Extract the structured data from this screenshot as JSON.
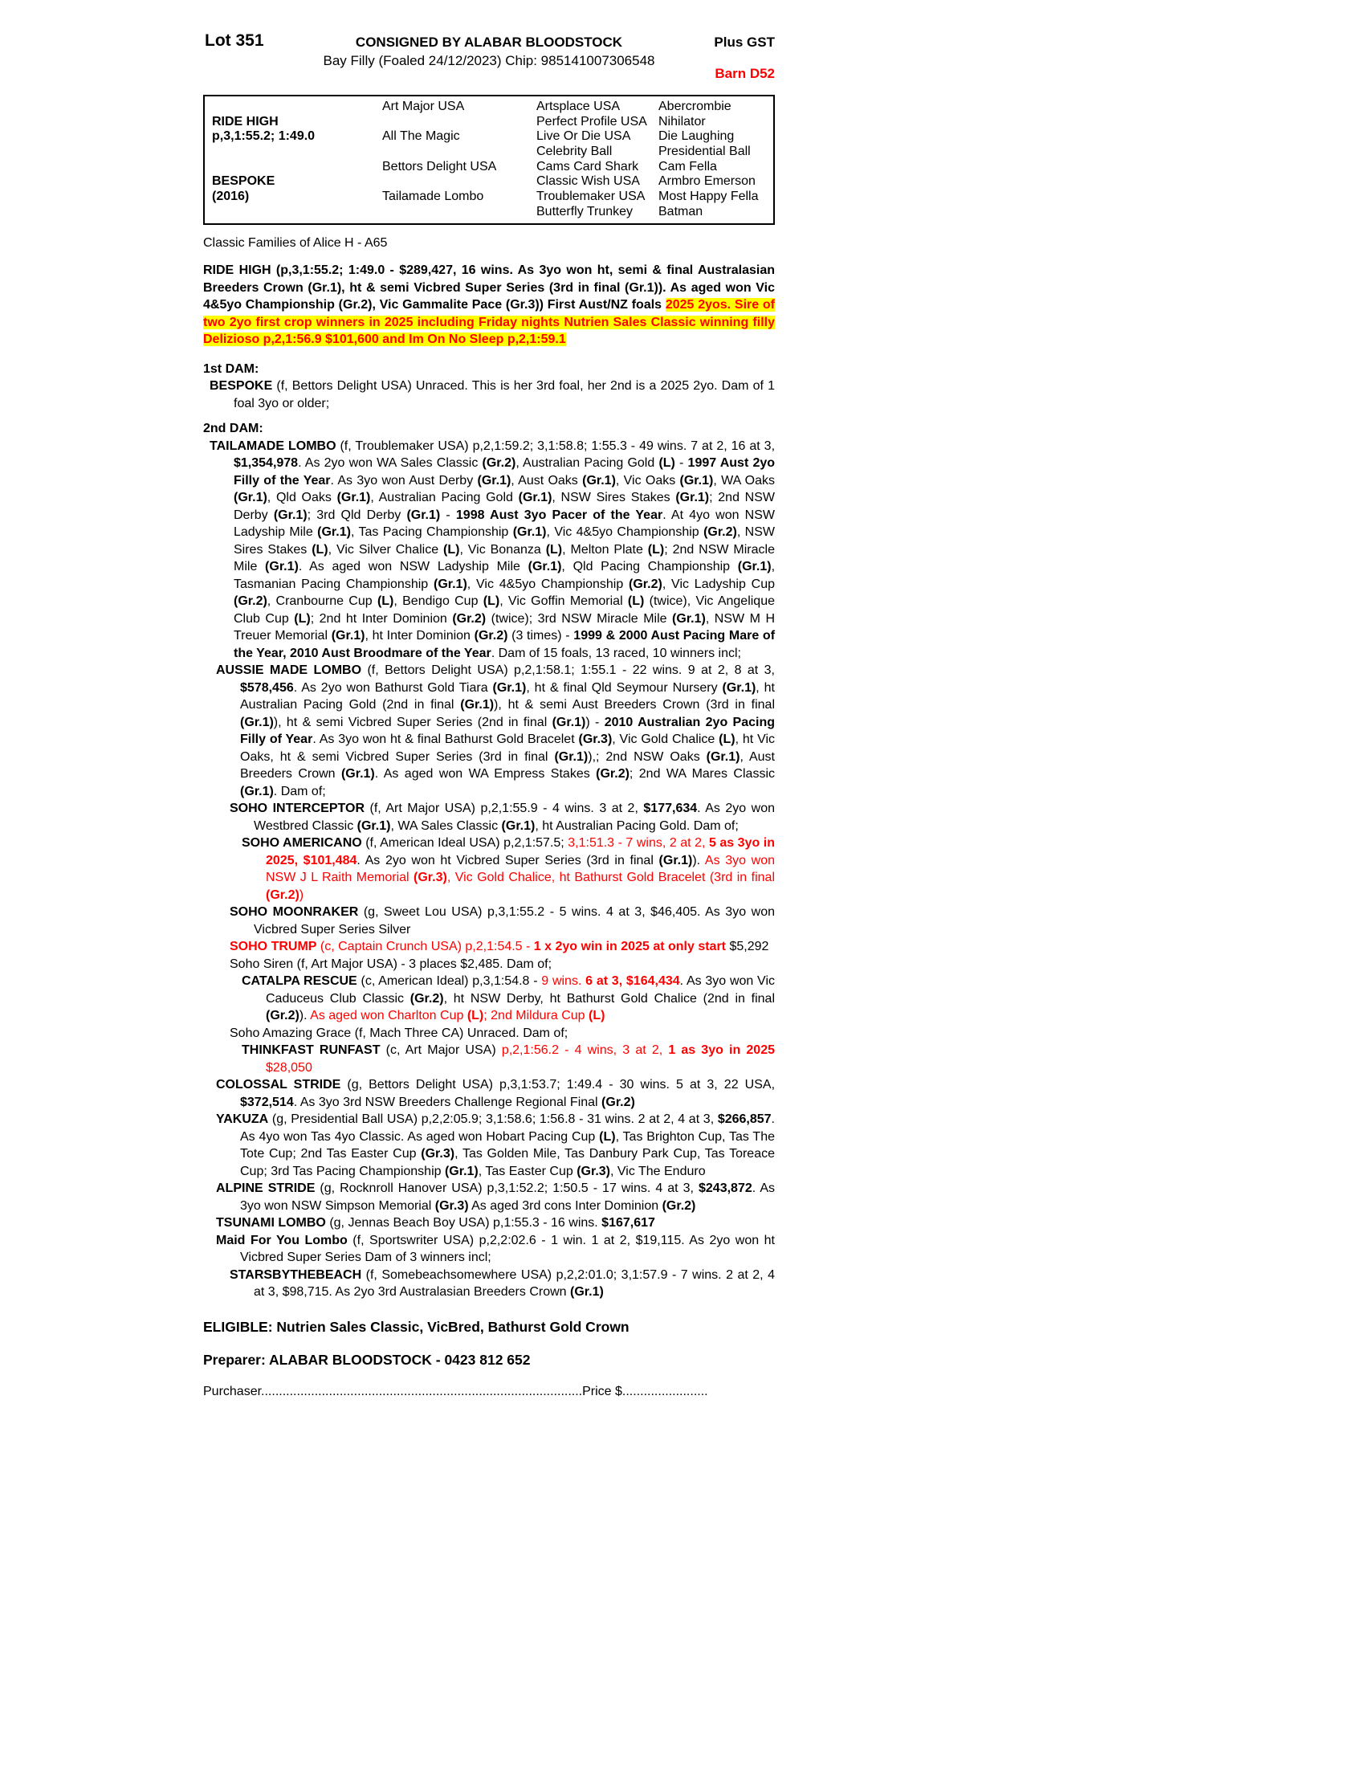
{
  "colors": {
    "accent_red": "#ff0000",
    "highlight_yellow": "#ffff00"
  },
  "header": {
    "lot": "Lot 351",
    "consigned": "CONSIGNED BY ALABAR BLOODSTOCK",
    "description": "Bay Filly (Foaled 24/12/2023) Chip: 985141007306548",
    "plus_gst": "Plus GST",
    "barn": "Barn D52"
  },
  "pedigree": {
    "sire": {
      "name": "RIDE HIGH",
      "record": "p,3,1:55.2; 1:49.0"
    },
    "dam": {
      "name": "BESPOKE",
      "year": "(2016)"
    },
    "gen2": [
      "Art Major USA",
      "All The Magic",
      "Bettors Delight USA",
      "Tailamade Lombo"
    ],
    "gen3": [
      "Artsplace USA",
      "Perfect Profile USA",
      "Live Or Die USA",
      "Celebrity Ball",
      "Cams Card Shark",
      "Classic Wish USA",
      "Troublemaker USA",
      "Butterfly Trunkey"
    ],
    "gen4": [
      "Abercrombie",
      "Nihilator",
      "Die Laughing",
      "Presidential Ball",
      "Cam Fella",
      "Armbro Emerson",
      "Most Happy Fella",
      "Batman"
    ]
  },
  "family_line": "Classic Families of Alice H - A65",
  "sire_summary": {
    "segments": [
      {
        "t": "RIDE HIGH (p,3,1:55.2; 1:49.0 - $289,427, 16 wins. As 3yo won ht, semi & final Australasian Breeders Crown (Gr.1), ht & semi Vicbred Super Series (3rd in final (Gr.1)). As aged won Vic 4&5yo Championship (Gr.2), Vic Gammalite Pace (Gr.3)) First Aust/NZ foals ",
        "s": "b"
      },
      {
        "t": "2025 2yos. Sire of two 2yo first crop winners in 2025 including Friday nights Nutrien Sales Classic winning filly Delizioso p,2,1:56.9 $101,600 and Im On No Sleep p,2,1:59.1",
        "s": "brh"
      }
    ]
  },
  "dam1": {
    "heading": "1st DAM:",
    "paragraph": {
      "segments": [
        {
          "t": "BESPOKE",
          "s": "b"
        },
        {
          "t": " (f, Bettors Delight USA) Unraced. This is her 3rd foal, her 2nd is a 2025 2yo. Dam of 1 foal 3yo or older;"
        }
      ]
    }
  },
  "dam2": {
    "heading": "2nd DAM:",
    "paragraphs": [
      {
        "indent": 0,
        "segments": [
          {
            "t": "TAILAMADE LOMBO",
            "s": "b"
          },
          {
            "t": " (f, Troublemaker USA) p,2,1:59.2; 3,1:58.8; 1:55.3 - 49 wins. 7 at 2, 16 at 3, "
          },
          {
            "t": "$1,354,978",
            "s": "b"
          },
          {
            "t": ". As 2yo won WA Sales Classic "
          },
          {
            "t": "(Gr.2)",
            "s": "b"
          },
          {
            "t": ", Australian Pacing Gold "
          },
          {
            "t": "(L)",
            "s": "b"
          },
          {
            "t": " - "
          },
          {
            "t": "1997 Aust 2yo Filly of the Year",
            "s": "b"
          },
          {
            "t": ". As 3yo won Aust Derby "
          },
          {
            "t": "(Gr.1)",
            "s": "b"
          },
          {
            "t": ", Aust Oaks "
          },
          {
            "t": "(Gr.1)",
            "s": "b"
          },
          {
            "t": ", Vic Oaks "
          },
          {
            "t": "(Gr.1)",
            "s": "b"
          },
          {
            "t": ", WA Oaks "
          },
          {
            "t": "(Gr.1)",
            "s": "b"
          },
          {
            "t": ", Qld Oaks "
          },
          {
            "t": "(Gr.1)",
            "s": "b"
          },
          {
            "t": ", Australian Pacing Gold "
          },
          {
            "t": "(Gr.1)",
            "s": "b"
          },
          {
            "t": ", NSW Sires Stakes "
          },
          {
            "t": "(Gr.1)",
            "s": "b"
          },
          {
            "t": "; 2nd NSW Derby "
          },
          {
            "t": "(Gr.1)",
            "s": "b"
          },
          {
            "t": "; 3rd Qld Derby "
          },
          {
            "t": "(Gr.1)",
            "s": "b"
          },
          {
            "t": " - "
          },
          {
            "t": "1998 Aust 3yo Pacer of the Year",
            "s": "b"
          },
          {
            "t": ". At 4yo won NSW Ladyship Mile "
          },
          {
            "t": "(Gr.1)",
            "s": "b"
          },
          {
            "t": ", Tas Pacing Championship "
          },
          {
            "t": "(Gr.1)",
            "s": "b"
          },
          {
            "t": ", Vic 4&5yo Championship "
          },
          {
            "t": "(Gr.2)",
            "s": "b"
          },
          {
            "t": ", NSW Sires Stakes "
          },
          {
            "t": "(L)",
            "s": "b"
          },
          {
            "t": ", Vic Silver Chalice "
          },
          {
            "t": "(L)",
            "s": "b"
          },
          {
            "t": ", Vic Bonanza "
          },
          {
            "t": "(L)",
            "s": "b"
          },
          {
            "t": ", Melton Plate "
          },
          {
            "t": "(L)",
            "s": "b"
          },
          {
            "t": "; 2nd NSW Miracle Mile "
          },
          {
            "t": "(Gr.1)",
            "s": "b"
          },
          {
            "t": ". As aged won NSW Ladyship Mile "
          },
          {
            "t": "(Gr.1)",
            "s": "b"
          },
          {
            "t": ", Qld Pacing Championship "
          },
          {
            "t": "(Gr.1)",
            "s": "b"
          },
          {
            "t": ", Tasmanian Pacing Championship "
          },
          {
            "t": "(Gr.1)",
            "s": "b"
          },
          {
            "t": ", Vic 4&5yo Championship "
          },
          {
            "t": "(Gr.2)",
            "s": "b"
          },
          {
            "t": ", Vic Ladyship Cup "
          },
          {
            "t": "(Gr.2)",
            "s": "b"
          },
          {
            "t": ", Cranbourne Cup "
          },
          {
            "t": "(L)",
            "s": "b"
          },
          {
            "t": ", Bendigo Cup "
          },
          {
            "t": "(L)",
            "s": "b"
          },
          {
            "t": ", Vic Goffin Memorial "
          },
          {
            "t": "(L)",
            "s": "b"
          },
          {
            "t": " (twice), Vic Angelique Club Cup "
          },
          {
            "t": "(L)",
            "s": "b"
          },
          {
            "t": "; 2nd ht Inter Dominion "
          },
          {
            "t": "(Gr.2)",
            "s": "b"
          },
          {
            "t": " (twice); 3rd NSW Miracle Mile "
          },
          {
            "t": "(Gr.1)",
            "s": "b"
          },
          {
            "t": ", NSW M H Treuer Memorial "
          },
          {
            "t": "(Gr.1)",
            "s": "b"
          },
          {
            "t": ", ht Inter Dominion "
          },
          {
            "t": "(Gr.2)",
            "s": "b"
          },
          {
            "t": " (3 times) - "
          },
          {
            "t": "1999 & 2000 Aust Pacing Mare of the Year, 2010 Aust Broodmare of the Year",
            "s": "b"
          },
          {
            "t": ". Dam of 15 foals, 13 raced, 10 winners incl;"
          }
        ]
      },
      {
        "indent": 1,
        "segments": [
          {
            "t": "AUSSIE MADE LOMBO",
            "s": "b"
          },
          {
            "t": " (f, Bettors Delight USA) p,2,1:58.1; 1:55.1 - 22 wins. 9 at 2, 8 at 3, "
          },
          {
            "t": "$578,456",
            "s": "b"
          },
          {
            "t": ". As 2yo won Bathurst Gold Tiara "
          },
          {
            "t": "(Gr.1)",
            "s": "b"
          },
          {
            "t": ", ht & final Qld Seymour Nursery "
          },
          {
            "t": "(Gr.1)",
            "s": "b"
          },
          {
            "t": ", ht Australian Pacing Gold (2nd in final "
          },
          {
            "t": "(Gr.1)",
            "s": "b"
          },
          {
            "t": "), ht & semi Aust Breeders Crown (3rd in final "
          },
          {
            "t": "(Gr.1)",
            "s": "b"
          },
          {
            "t": "), ht & semi Vicbred Super Series (2nd in final "
          },
          {
            "t": "(Gr.1)",
            "s": "b"
          },
          {
            "t": ") - "
          },
          {
            "t": "2010 Australian 2yo Pacing Filly of Year",
            "s": "b"
          },
          {
            "t": ". As 3yo won ht & final Bathurst Gold Bracelet "
          },
          {
            "t": "(Gr.3)",
            "s": "b"
          },
          {
            "t": ", Vic Gold Chalice "
          },
          {
            "t": "(L)",
            "s": "b"
          },
          {
            "t": ", ht Vic Oaks, ht & semi Vicbred Super Series (3rd in final "
          },
          {
            "t": "(Gr.1)",
            "s": "b"
          },
          {
            "t": "),; 2nd NSW Oaks "
          },
          {
            "t": "(Gr.1)",
            "s": "b"
          },
          {
            "t": ", Aust Breeders Crown "
          },
          {
            "t": "(Gr.1)",
            "s": "b"
          },
          {
            "t": ". As aged won WA Empress Stakes "
          },
          {
            "t": "(Gr.2)",
            "s": "b"
          },
          {
            "t": "; 2nd WA Mares Classic "
          },
          {
            "t": "(Gr.1)",
            "s": "b"
          },
          {
            "t": ". Dam of;"
          }
        ]
      },
      {
        "indent": 2,
        "segments": [
          {
            "t": "SOHO INTERCEPTOR",
            "s": "b"
          },
          {
            "t": " (f, Art Major USA) p,2,1:55.9 - 4 wins. 3 at 2, "
          },
          {
            "t": "$177,634",
            "s": "b"
          },
          {
            "t": ". As 2yo won Westbred Classic "
          },
          {
            "t": "(Gr.1)",
            "s": "b"
          },
          {
            "t": ", WA Sales Classic "
          },
          {
            "t": "(Gr.1)",
            "s": "b"
          },
          {
            "t": ", ht Australian Pacing Gold. Dam of;"
          }
        ]
      },
      {
        "indent": 3,
        "segments": [
          {
            "t": "SOHO AMERICANO",
            "s": "b"
          },
          {
            "t": " (f, American Ideal USA) p,2,1:57.5; "
          },
          {
            "t": "3,1:51.3 - 7 wins, 2 at 2, ",
            "s": "r"
          },
          {
            "t": "5 as 3yo in 2025, $101,484",
            "s": "br"
          },
          {
            "t": ". As 2yo won ht Vicbred Super Series (3rd in final "
          },
          {
            "t": "(Gr.1)",
            "s": "b"
          },
          {
            "t": "). "
          },
          {
            "t": "As 3yo won NSW J L Raith Memorial ",
            "s": "r"
          },
          {
            "t": "(Gr.3)",
            "s": "br"
          },
          {
            "t": ", Vic Gold Chalice, ht Bathurst Gold Bracelet (3rd in final ",
            "s": "r"
          },
          {
            "t": "(Gr.2)",
            "s": "br"
          },
          {
            "t": ")",
            "s": "r"
          }
        ]
      },
      {
        "indent": 2,
        "segments": [
          {
            "t": "SOHO MOONRAKER",
            "s": "b"
          },
          {
            "t": " (g, Sweet Lou USA) p,3,1:55.2 - 5 wins. 4 at 3, $46,405. As 3yo won Vicbred Super Series Silver"
          }
        ]
      },
      {
        "indent": 2,
        "segments": [
          {
            "t": "SOHO TRUMP",
            "s": "br"
          },
          {
            "t": " (c, Captain Crunch USA) p,2,1:54.5 - ",
            "s": "r"
          },
          {
            "t": "1 x 2yo win in 2025 at only start",
            "s": "br"
          },
          {
            "t": " $5,292"
          }
        ]
      },
      {
        "indent": 2,
        "segments": [
          {
            "t": "Soho Siren (f, Art Major USA) - 3 places $2,485. Dam of;"
          }
        ]
      },
      {
        "indent": 3,
        "segments": [
          {
            "t": "CATALPA RESCUE",
            "s": "b"
          },
          {
            "t": " (c, American Ideal) p,3,1:54.8 - "
          },
          {
            "t": "9 wins. ",
            "s": "r"
          },
          {
            "t": "6 at 3, $164,434",
            "s": "br"
          },
          {
            "t": ". As 3yo won Vic Caduceus Club Classic "
          },
          {
            "t": "(Gr.2)",
            "s": "b"
          },
          {
            "t": ", ht NSW Derby, ht Bathurst Gold Chalice (2nd in final "
          },
          {
            "t": "(Gr.2)",
            "s": "b"
          },
          {
            "t": "). "
          },
          {
            "t": "As aged won Charlton Cup ",
            "s": "r"
          },
          {
            "t": "(L)",
            "s": "br"
          },
          {
            "t": "; 2nd Mildura Cup ",
            "s": "r"
          },
          {
            "t": "(L)",
            "s": "br"
          }
        ]
      },
      {
        "indent": 2,
        "segments": [
          {
            "t": "Soho Amazing Grace (f, Mach Three CA) Unraced. Dam of;"
          }
        ]
      },
      {
        "indent": 3,
        "segments": [
          {
            "t": "THINKFAST RUNFAST",
            "s": "b"
          },
          {
            "t": " (c, Art Major USA) "
          },
          {
            "t": "p,2,1:56.2 - 4 wins, 3 at 2, ",
            "s": "r"
          },
          {
            "t": "1 as 3yo in 2025",
            "s": "br"
          },
          {
            "t": " $28,050",
            "s": "r"
          }
        ]
      },
      {
        "indent": 1,
        "segments": [
          {
            "t": "COLOSSAL STRIDE",
            "s": "b"
          },
          {
            "t": " (g, Bettors Delight USA) p,3,1:53.7; 1:49.4 - 30 wins. 5 at 3, 22 USA, "
          },
          {
            "t": "$372,514",
            "s": "b"
          },
          {
            "t": ". As 3yo 3rd NSW Breeders Challenge Regional Final "
          },
          {
            "t": "(Gr.2)",
            "s": "b"
          }
        ]
      },
      {
        "indent": 1,
        "segments": [
          {
            "t": "YAKUZA",
            "s": "b"
          },
          {
            "t": " (g, Presidential Ball USA) p,2,2:05.9; 3,1:58.6; 1:56.8 - 31 wins. 2 at 2, 4 at 3, "
          },
          {
            "t": "$266,857",
            "s": "b"
          },
          {
            "t": ". As 4yo won Tas 4yo Classic. As aged won Hobart Pacing Cup "
          },
          {
            "t": "(L)",
            "s": "b"
          },
          {
            "t": ", Tas Brighton Cup, Tas The Tote Cup; 2nd Tas Easter Cup "
          },
          {
            "t": "(Gr.3)",
            "s": "b"
          },
          {
            "t": ", Tas Golden Mile, Tas Danbury Park Cup, Tas Toreace Cup; 3rd Tas Pacing Championship "
          },
          {
            "t": "(Gr.1)",
            "s": "b"
          },
          {
            "t": ", Tas Easter Cup "
          },
          {
            "t": "(Gr.3)",
            "s": "b"
          },
          {
            "t": ", Vic The Enduro"
          }
        ]
      },
      {
        "indent": 1,
        "segments": [
          {
            "t": "ALPINE STRIDE",
            "s": "b"
          },
          {
            "t": " (g, Rocknroll Hanover USA) p,3,1:52.2; 1:50.5 - 17 wins. 4 at 3, "
          },
          {
            "t": "$243,872",
            "s": "b"
          },
          {
            "t": ". As 3yo won NSW Simpson Memorial "
          },
          {
            "t": "(Gr.3)",
            "s": "b"
          },
          {
            "t": " As aged 3rd cons Inter Dominion "
          },
          {
            "t": "(Gr.2)",
            "s": "b"
          }
        ]
      },
      {
        "indent": 1,
        "segments": [
          {
            "t": "TSUNAMI LOMBO",
            "s": "b"
          },
          {
            "t": " (g, Jennas Beach Boy USA) p,1:55.3 - 16 wins. "
          },
          {
            "t": "$167,617",
            "s": "b"
          }
        ]
      },
      {
        "indent": 1,
        "segments": [
          {
            "t": "Maid For You Lombo",
            "s": "b"
          },
          {
            "t": " (f, Sportswriter USA) p,2,2:02.6 - 1 win. 1 at 2, $19,115. As 2yo won ht Vicbred Super Series Dam of 3 winners incl;"
          }
        ]
      },
      {
        "indent": 2,
        "segments": [
          {
            "t": "STARSBYTHEBEACH",
            "s": "b"
          },
          {
            "t": " (f, Somebeachsomewhere USA) p,2,2:01.0; 3,1:57.9 - 7 wins. 2 at 2, 4 at 3, $98,715. As 2yo 3rd Australasian Breeders Crown "
          },
          {
            "t": "(Gr.1)",
            "s": "b"
          }
        ]
      }
    ]
  },
  "footer": {
    "eligible": "ELIGIBLE: Nutrien Sales Classic, VicBred, Bathurst Gold Crown",
    "preparer": "Preparer: ALABAR BLOODSTOCK - 0423 812 652",
    "purchaser": "Purchaser..........................................................................................Price $........................"
  }
}
